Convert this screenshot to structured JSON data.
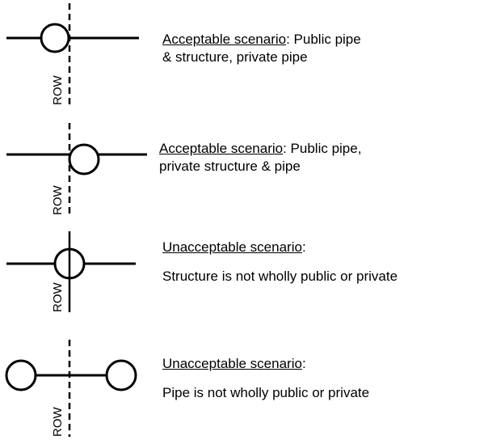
{
  "diagram": {
    "row_label": "ROW",
    "scenarios": [
      {
        "title": "Acceptable scenario",
        "separator": ":",
        "line1_rest": " Public pipe",
        "line2": "& structure, private pipe",
        "row_line_style": "dashed",
        "structure_side": "public"
      },
      {
        "title": "Acceptable scenario",
        "separator": ":",
        "line1_rest": " Public pipe,",
        "line2": "private structure & pipe",
        "row_line_style": "dashed",
        "structure_side": "private"
      },
      {
        "title": "Unacceptable scenario",
        "separator": ":",
        "line1_rest": "",
        "line2": "Structure is not wholly public or private",
        "row_line_style": "solid",
        "structure_side": "straddles ROW"
      },
      {
        "title": "Unacceptable scenario",
        "separator": ":",
        "line1_rest": "",
        "line2": "Pipe is not wholly public or private",
        "row_line_style": "dashed",
        "structure_side": "both sides"
      }
    ]
  }
}
